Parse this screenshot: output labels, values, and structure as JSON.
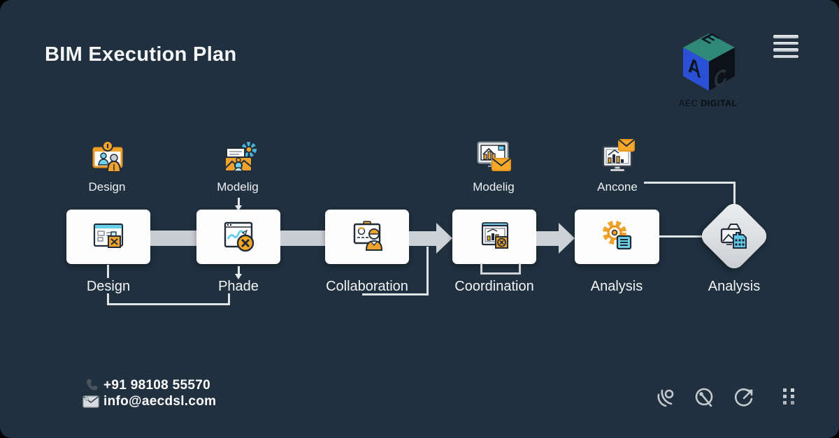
{
  "header": {
    "title": "BIM Execution Plan",
    "logo": {
      "letter_top": "E",
      "letter_left": "A",
      "letter_right": "C",
      "caption_regular": "AEC",
      "caption_bold": "DIGITAL",
      "color_top": "#2f8878",
      "color_left": "#2b50d6",
      "color_right": "#0c1219"
    },
    "menu_icon": "hamburger-menu-icon"
  },
  "flow": {
    "top_items": [
      {
        "label": "Design",
        "icon": "presentation-people-icon"
      },
      {
        "label": "Modelig",
        "icon": "folder-gear-icon"
      },
      {
        "label": "Modelig",
        "icon": "monitor-chart-envelope-icon"
      },
      {
        "label": "Ancone",
        "icon": "monitor-stats-envelope-icon"
      }
    ],
    "steps": [
      {
        "label": "Design",
        "icon": "wireframe-window-icon",
        "shape": "box"
      },
      {
        "label": "Phade",
        "icon": "sketch-window-error-icon",
        "shape": "box"
      },
      {
        "label": "Collaboration",
        "icon": "presentation-person-icon",
        "shape": "box"
      },
      {
        "label": "Coordination",
        "icon": "chart-window-error-icon",
        "shape": "box"
      },
      {
        "label": "Analysis",
        "icon": "gear-document-icon",
        "shape": "box"
      },
      {
        "label": "Analysis",
        "icon": "portfolio-calendar-icon",
        "shape": "diamond"
      }
    ]
  },
  "footer": {
    "phone": "+91 98108 55570",
    "email": "info@aecdsl.com",
    "phone_icon": "phone-icon",
    "email_icon": "envelope-icon",
    "action_icons": [
      "orbit-icon",
      "gauge-pointer-icon",
      "refresh-export-icon",
      "grid-dots-icon"
    ]
  },
  "colors": {
    "background": "#20303f",
    "panel": "#ffffff",
    "accent_orange": "#f0a32c",
    "accent_cyan": "#5fcbe8",
    "connector_gray": "#c9ced3",
    "line_white": "#dfe3e6"
  }
}
